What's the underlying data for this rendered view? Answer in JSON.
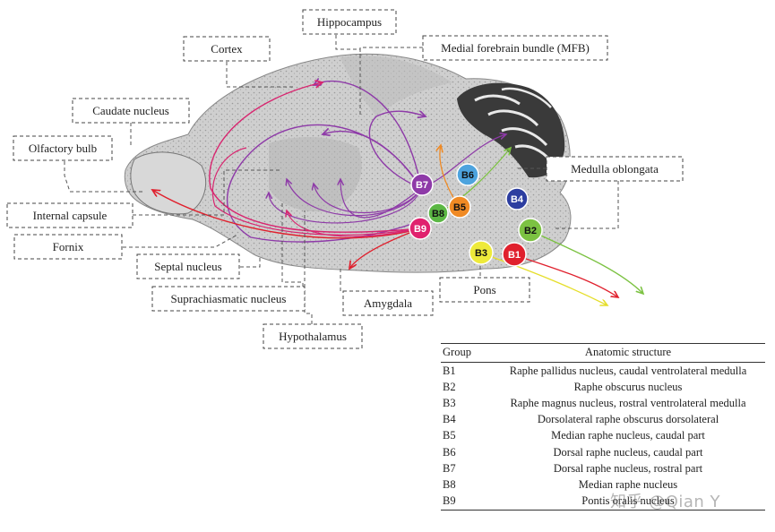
{
  "labels": {
    "hippocampus": "Hippocampus",
    "cortex": "Cortex",
    "mfb": "Medial forebrain bundle (MFB)",
    "caudate": "Caudate nucleus",
    "olfactory": "Olfactory bulb",
    "internal_capsule": "Internal capsule",
    "fornix": "Fornix",
    "septal": "Septal nucleus",
    "suprachiasmatic": "Suprachiasmatic nucleus",
    "hypothalamus": "Hypothalamus",
    "amygdala": "Amygdala",
    "pons": "Pons",
    "medulla": "Medulla oblongata"
  },
  "nodes": [
    {
      "id": "B1",
      "label": "B1",
      "color": "#e0202d"
    },
    {
      "id": "B2",
      "label": "B2",
      "color": "#7cc242"
    },
    {
      "id": "B3",
      "label": "B3",
      "color": "#eeea3a"
    },
    {
      "id": "B4",
      "label": "B4",
      "color": "#2d3ea0"
    },
    {
      "id": "B5",
      "label": "B5",
      "color": "#f08a24"
    },
    {
      "id": "B6",
      "label": "B6",
      "color": "#4da3de"
    },
    {
      "id": "B7",
      "label": "B7",
      "color": "#8e3aa8"
    },
    {
      "id": "B8",
      "label": "B8",
      "color": "#5bb744"
    },
    {
      "id": "B9",
      "label": "B9",
      "color": "#e0226e"
    }
  ],
  "table": {
    "header": [
      "Group",
      "Anatomic structure"
    ],
    "rows": [
      [
        "B1",
        "Raphe pallidus nucleus, caudal ventrolateral medulla"
      ],
      [
        "B2",
        "Raphe obscurus nucleus"
      ],
      [
        "B3",
        "Raphe magnus nucleus, rostral ventrolateral medulla"
      ],
      [
        "B4",
        "Dorsolateral raphe obscurus dorsolateral"
      ],
      [
        "B5",
        "Median raphe nucleus, caudal part"
      ],
      [
        "B6",
        "Dorsal raphe nucleus, caudal part"
      ],
      [
        "B7",
        "Dorsal raphe nucleus, rostral part"
      ],
      [
        "B8",
        "Median raphe nucleus"
      ],
      [
        "B9",
        "Pontis oralis nucleus"
      ]
    ]
  },
  "watermark": "知乎 @Qian Y"
}
